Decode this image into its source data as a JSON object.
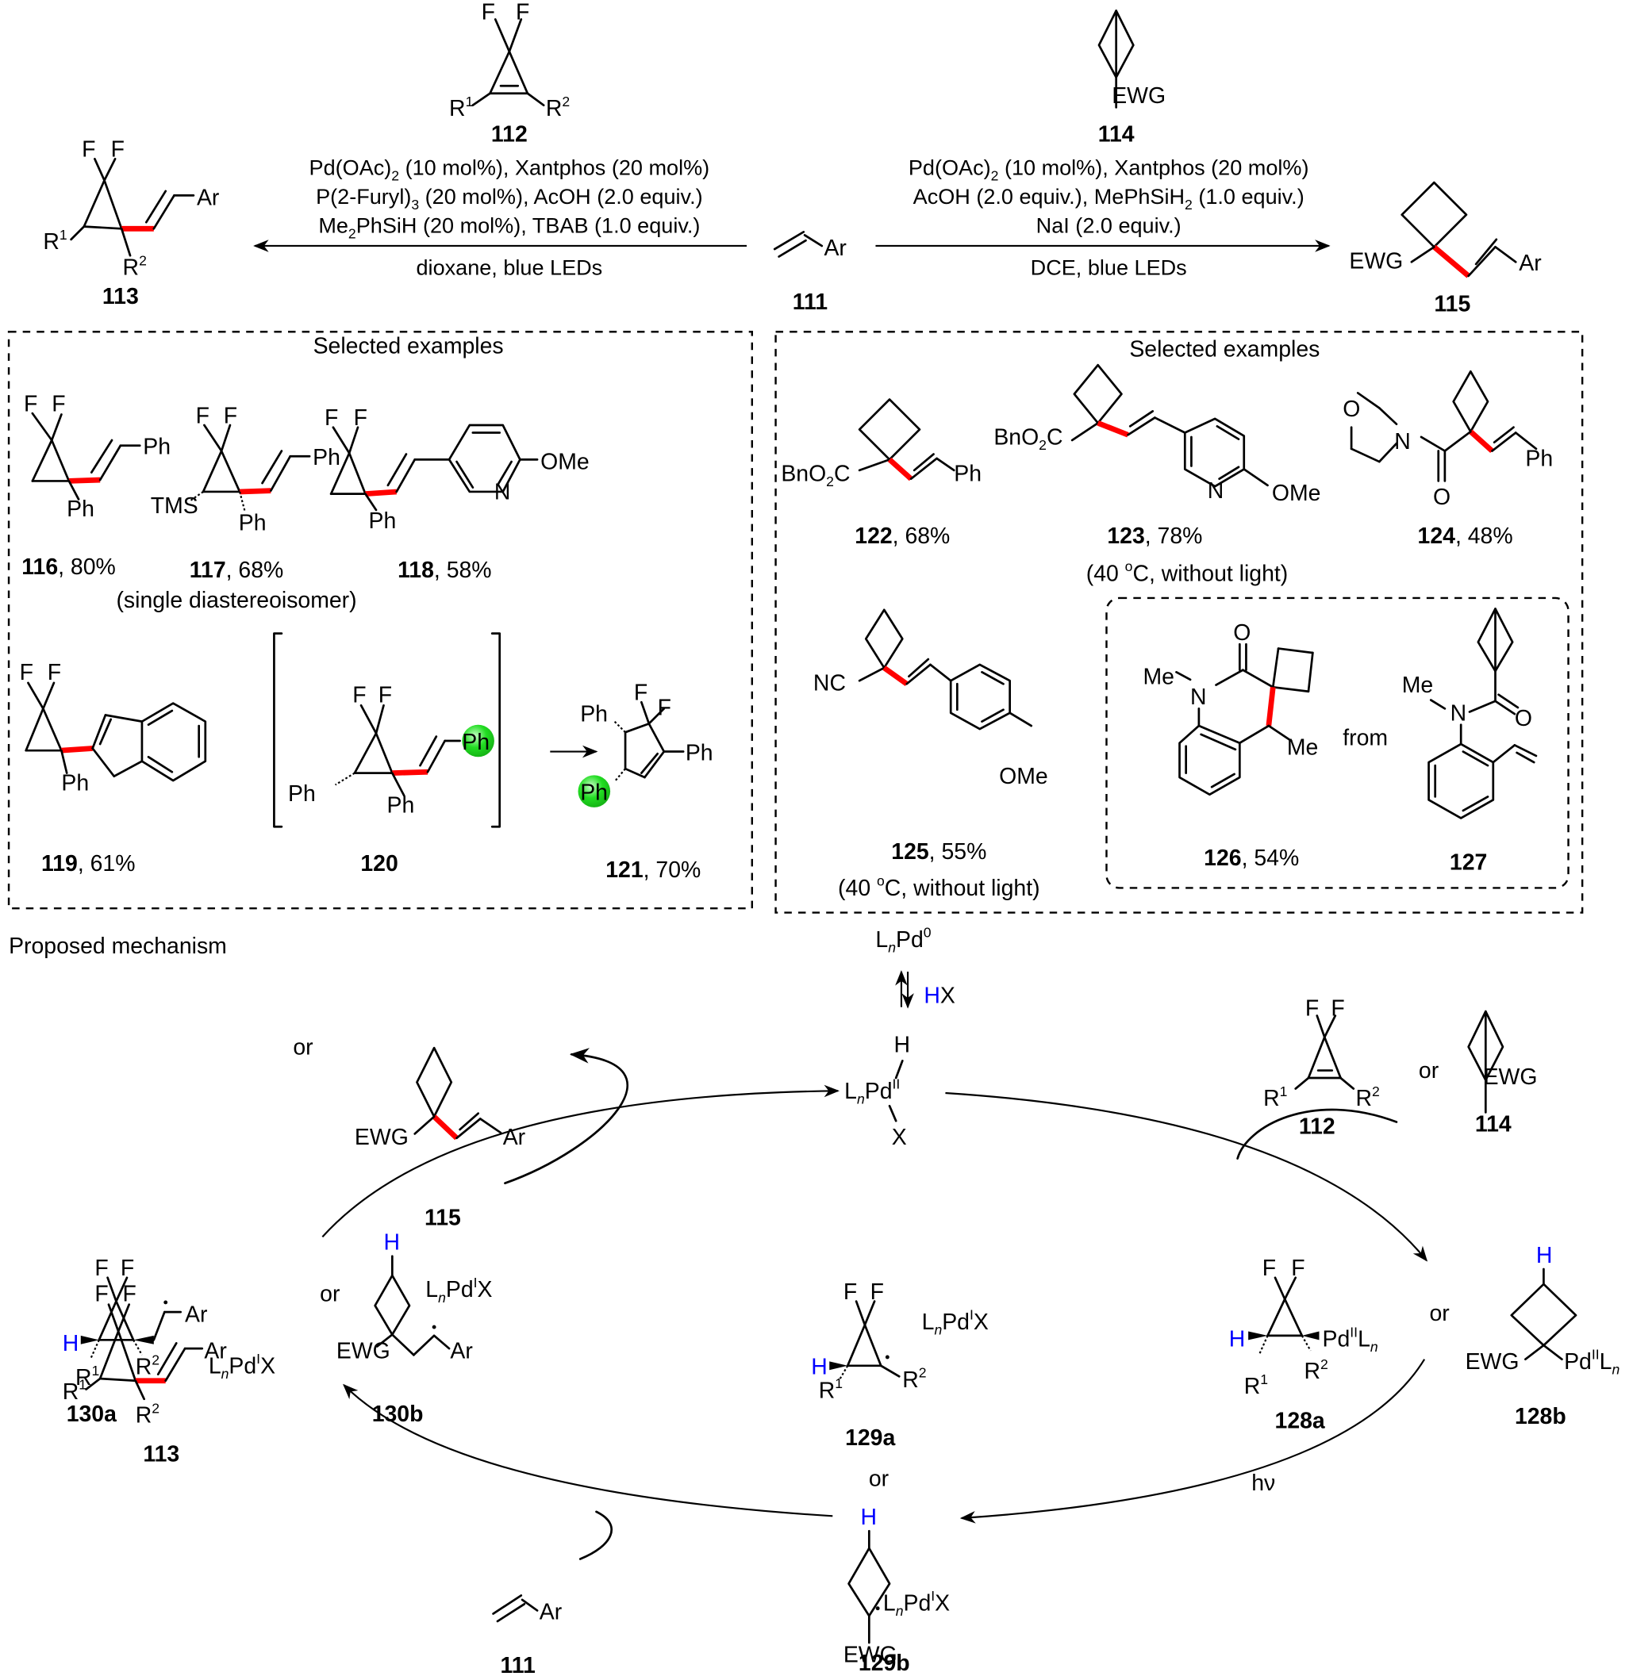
{
  "colors": {
    "new_bond": "#ff0000",
    "hydrogen_label": "#0000ff",
    "highlight": "#22dd22"
  },
  "top": {
    "center_reagent": {
      "id": "111",
      "label": "Ar"
    },
    "left_reaction": {
      "reagent": {
        "id": "112",
        "F1": "F",
        "F2": "F",
        "R1": "R",
        "R1_sup": "1",
        "R2": "R",
        "R2_sup": "2"
      },
      "conditions": [
        {
          "main": "Pd(OAc)",
          "sub": "2",
          "rest": " (10 mol%), Xantphos (20 mol%)"
        },
        {
          "main": "P(2-Furyl)",
          "sub": "3",
          "rest": " (20 mol%), AcOH (2.0 equiv.)"
        },
        {
          "main": "Me",
          "sub": "2",
          "rest": "PhSiH (20 mol%), TBAB (1.0 equiv.)"
        }
      ],
      "below_arrow": "dioxane, blue LEDs",
      "product": {
        "id": "113",
        "F1": "F",
        "F2": "F",
        "Ar": "Ar",
        "R1": "R",
        "R1_sup": "1",
        "R2": "R",
        "R2_sup": "2"
      }
    },
    "right_reaction": {
      "reagent": {
        "id": "114",
        "group": "EWG"
      },
      "conditions": [
        {
          "main": "Pd(OAc)",
          "sub": "2",
          "rest": " (10 mol%), Xantphos (20 mol%)"
        },
        {
          "main": "AcOH (2.0 equiv.), MePhSiH",
          "sub": "2",
          "rest": " (1.0 equiv.)"
        },
        {
          "main": "NaI (2.0 equiv.)",
          "sub": "",
          "rest": ""
        }
      ],
      "below_arrow": "DCE, blue LEDs",
      "product": {
        "id": "115",
        "group": "EWG",
        "Ar": "Ar"
      }
    }
  },
  "left_examples": {
    "title": "Selected examples",
    "items": [
      {
        "id": "116",
        "yield": ", 80%",
        "labels": [
          "F",
          "F",
          "Ph",
          "Ph"
        ]
      },
      {
        "id": "117",
        "yield": ", 68%",
        "note": "(single diastereoisomer)",
        "labels": [
          "F",
          "F",
          "Ph",
          "TMS",
          "Ph"
        ]
      },
      {
        "id": "118",
        "yield": ", 58%",
        "labels": [
          "F",
          "F",
          "OMe",
          "N",
          "Ph"
        ]
      },
      {
        "id": "119",
        "yield": ", 61%",
        "labels": [
          "F",
          "F",
          "Ph"
        ]
      },
      {
        "id": "120",
        "yield": "",
        "labels": [
          "F",
          "F",
          "Ph",
          "Ph",
          "Ph"
        ]
      },
      {
        "id": "121",
        "yield": ", 70%",
        "labels": [
          "Ph",
          "F",
          "F",
          "Ph",
          "Ph"
        ]
      }
    ]
  },
  "right_examples": {
    "title": "Selected examples",
    "items": [
      {
        "id": "122",
        "yield": ", 68%",
        "labels": [
          "BnO",
          "2",
          "C",
          "Ph"
        ]
      },
      {
        "id": "123",
        "yield": ", 78%",
        "note": "(40 °C, without light)",
        "note_parts": [
          "(40 ",
          "o",
          "C, without light)"
        ],
        "labels": [
          "BnO",
          "2",
          "C",
          "N",
          "OMe"
        ]
      },
      {
        "id": "124",
        "yield": ", 48%",
        "labels": [
          "O",
          "N",
          "O",
          "Ph"
        ]
      },
      {
        "id": "125",
        "yield": ", 55%",
        "note_parts": [
          "(40 ",
          "o",
          "C, without light)"
        ],
        "labels": [
          "NC",
          "OMe"
        ]
      },
      {
        "id": "126",
        "yield": ", 54%",
        "labels": [
          "O",
          "Me",
          "N",
          "Me"
        ]
      },
      {
        "id": "127",
        "yield": "",
        "labels": [
          "Me",
          "N",
          "O"
        ]
      }
    ],
    "from_label": "from"
  },
  "mechanism": {
    "title": "Proposed mechanism",
    "pd0": {
      "main": "L",
      "n": "n",
      "pd": "Pd",
      "ox": "0"
    },
    "hx": {
      "h": "H",
      "x": "X"
    },
    "pd2": {
      "h": "H",
      "main": "L",
      "n": "n",
      "pd": "Pd",
      "ox": "II",
      "x": "X"
    },
    "products": {
      "or": "or",
      "id113": "113",
      "id115": "115"
    },
    "reagents": {
      "or": "or",
      "id112": "112",
      "id114": "114"
    },
    "int128a": {
      "id": "128a",
      "H": "H",
      "pd": "Pd",
      "ox": "II",
      "L": "L",
      "n": "n",
      "or": "or"
    },
    "int128b": {
      "id": "128b",
      "H": "H",
      "group": "EWG",
      "pd": "Pd",
      "ox": "II",
      "L": "L",
      "n": "n"
    },
    "int129a": {
      "id": "129a",
      "H": "H",
      "L": "L",
      "n": "n",
      "pd": "Pd",
      "ox": "I",
      "x": "X",
      "or": "or"
    },
    "int129b": {
      "id": "129b",
      "H": "H",
      "group": "EWG",
      "L": "L",
      "n": "n",
      "pd": "Pd",
      "ox": "I",
      "x": "X"
    },
    "int130a": {
      "id": "130a",
      "H": "H",
      "Ar": "Ar",
      "L": "L",
      "n": "n",
      "pd": "Pd",
      "ox": "I",
      "x": "X",
      "or": "or"
    },
    "int130b": {
      "id": "130b",
      "H": "H",
      "group": "EWG",
      "Ar": "Ar",
      "L": "L",
      "n": "n",
      "pd": "Pd",
      "ox": "I",
      "x": "X"
    },
    "hv": "hν",
    "styrene": {
      "id": "111",
      "Ar": "Ar"
    }
  }
}
